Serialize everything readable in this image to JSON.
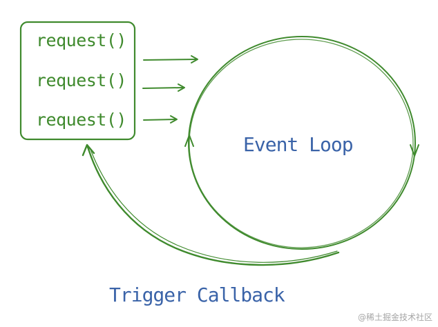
{
  "requests": [
    {
      "label": "request()"
    },
    {
      "label": "request()"
    },
    {
      "label": "request()"
    }
  ],
  "event_loop": {
    "label": "Event Loop"
  },
  "callback": {
    "label": "Trigger Callback"
  },
  "watermark": "@稀土掘金技术社区",
  "colors": {
    "green": "#3f8a2d",
    "blue": "#3a63a8"
  }
}
